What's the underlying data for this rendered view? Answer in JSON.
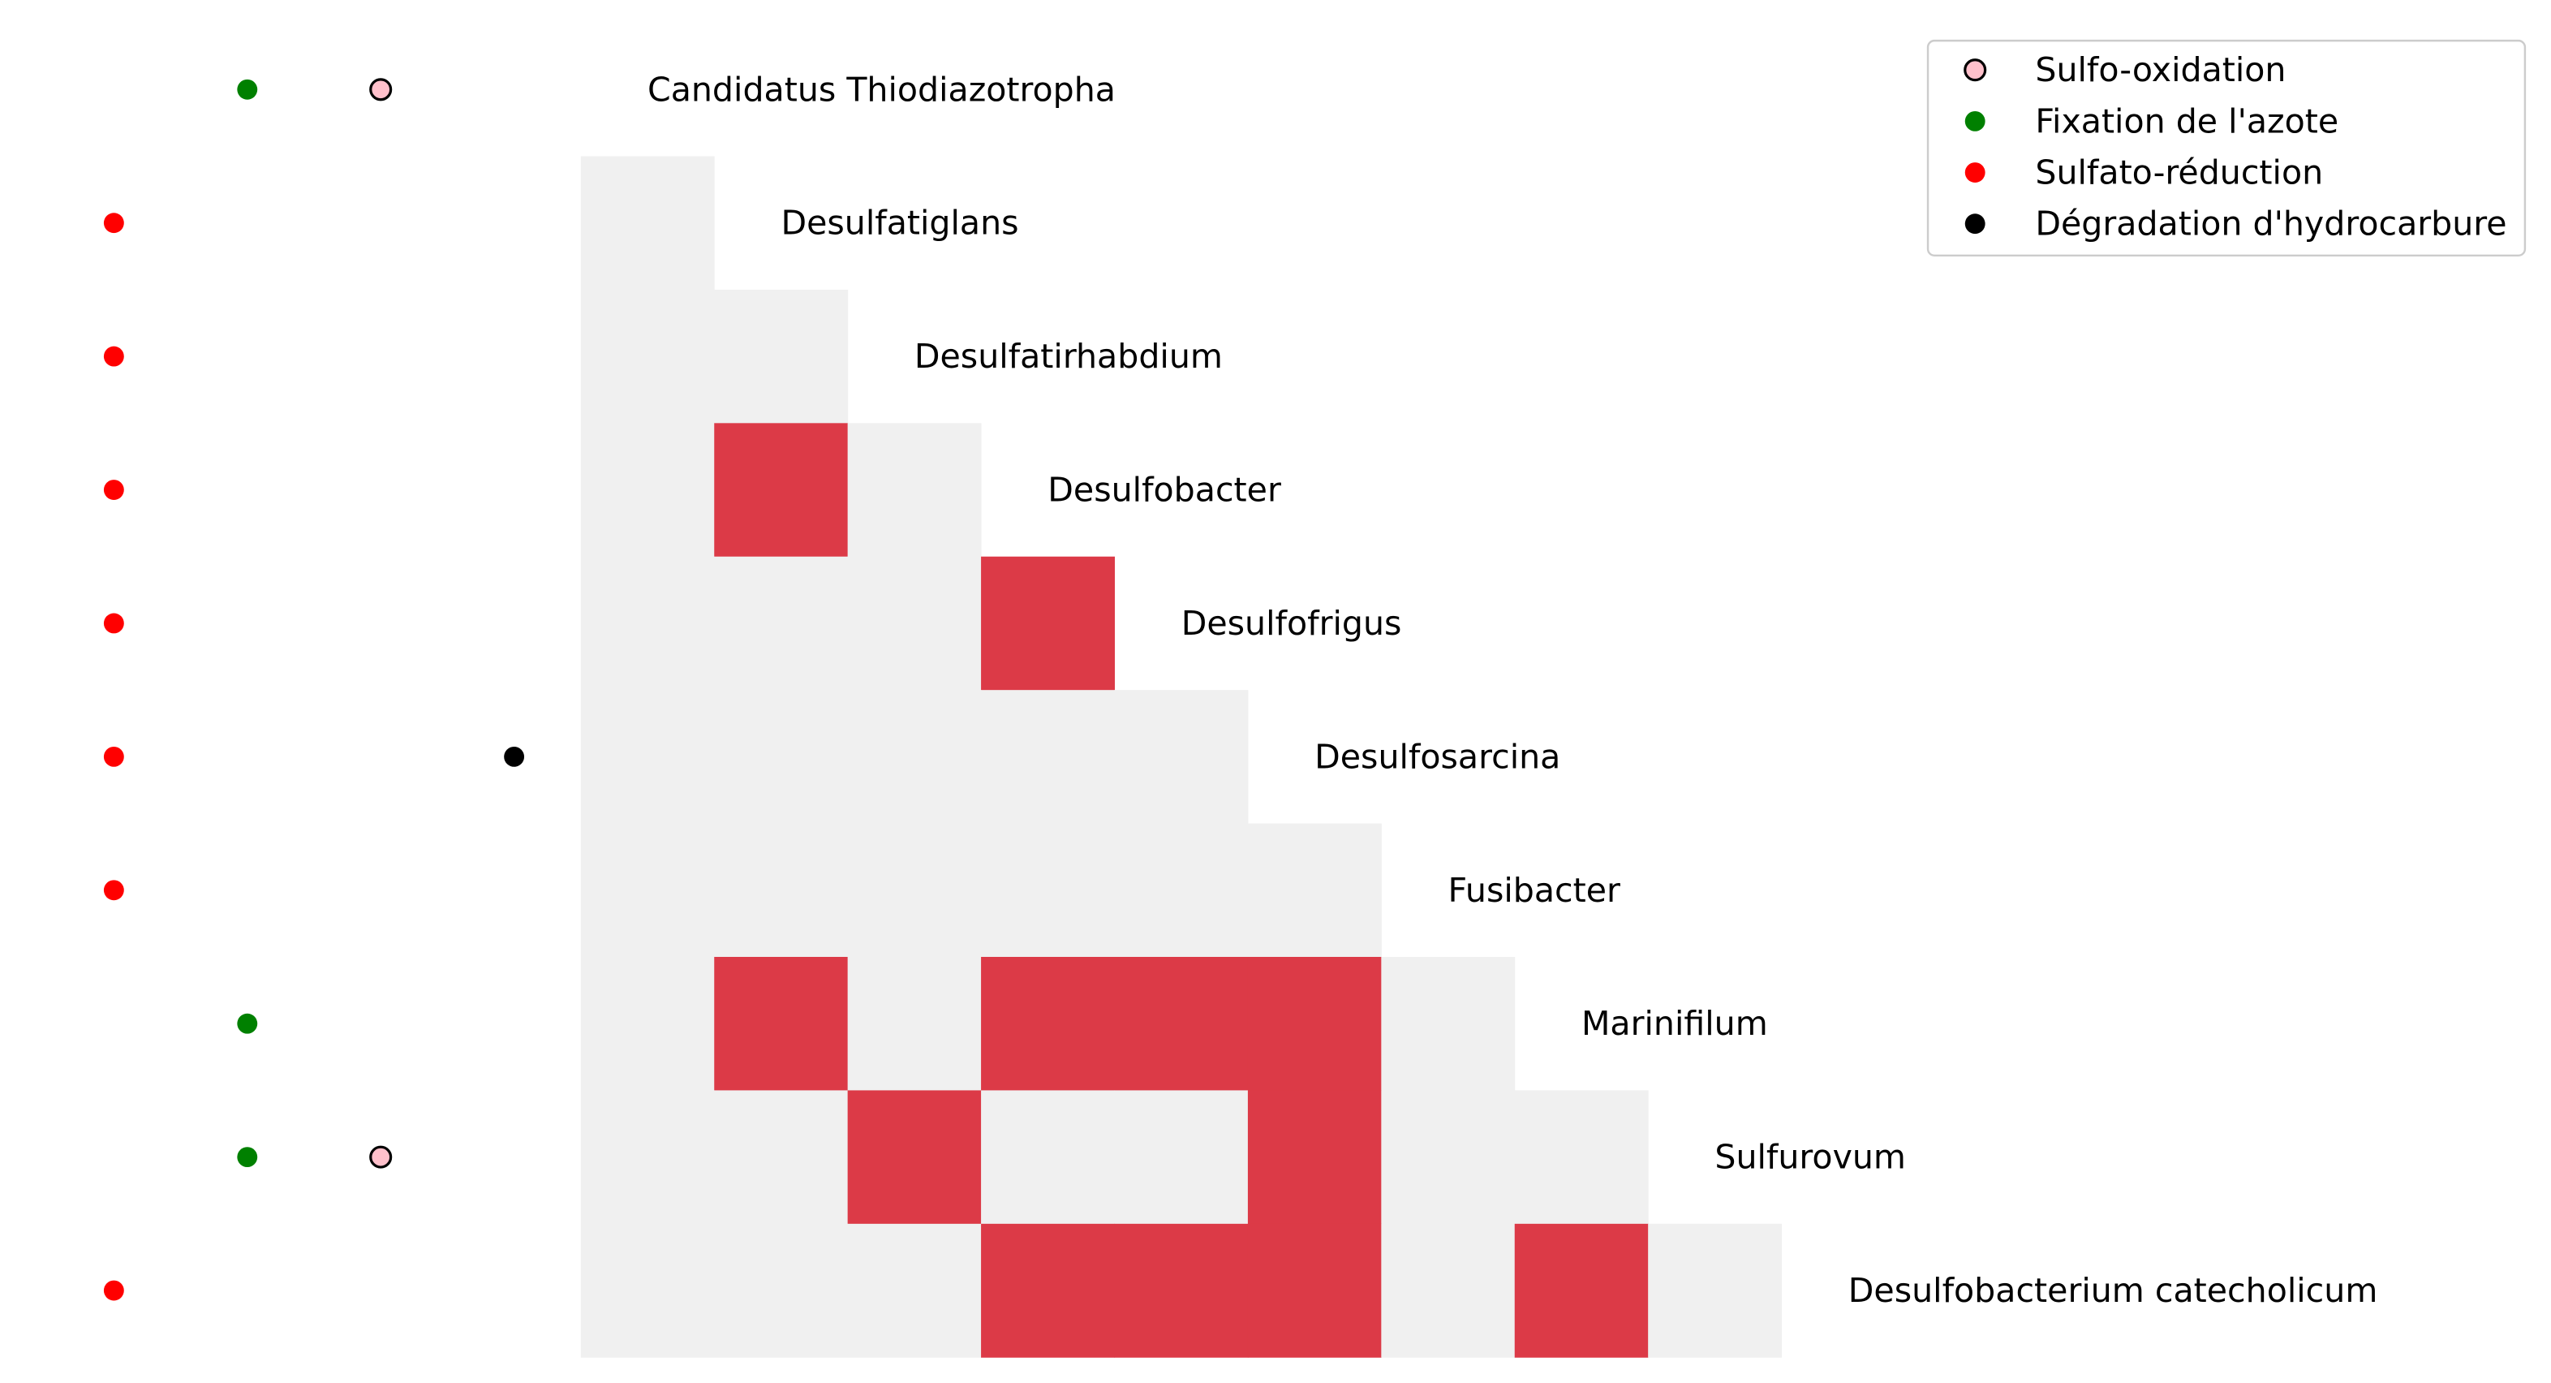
{
  "chart_data": {
    "type": "heatmap",
    "title": "",
    "grid": false,
    "legend_placement": "top-right",
    "genera": [
      "Candidatus Thiodiazotropha",
      "Desulfatiglans",
      "Desulfatirhabdium",
      "Desulfobacter",
      "Desulfofrigus",
      "Desulfosarcina",
      "Fusibacter",
      "Marinifilum",
      "Sulfurovum",
      "Desulfobacterium catecholicum"
    ],
    "matrix_note_rows_cols": "lower triangle; row i has i cells for columns 0..i-1",
    "matrix": [
      [],
      [
        0
      ],
      [
        0,
        0
      ],
      [
        0,
        1,
        0
      ],
      [
        0,
        0,
        0,
        1
      ],
      [
        0,
        0,
        0,
        0,
        0
      ],
      [
        0,
        0,
        0,
        0,
        0,
        0
      ],
      [
        0,
        1,
        0,
        1,
        1,
        1,
        0
      ],
      [
        0,
        0,
        1,
        0,
        0,
        1,
        0,
        0
      ],
      [
        0,
        0,
        0,
        1,
        1,
        1,
        0,
        1,
        0
      ]
    ],
    "cell_colors": {
      "0": "#f0f0f0",
      "1": "#dc3a47"
    },
    "legend": [
      {
        "label": "Sulfo-oxidation",
        "color": "#ffc0cb",
        "edge": "#000000"
      },
      {
        "label": "Fixation de l'azote",
        "color": "#008000",
        "edge": "none"
      },
      {
        "label": "Sulfato-réduction",
        "color": "#ff0000",
        "edge": "none"
      },
      {
        "label": "Dégradation d'hydrocarbure",
        "color": "#000000",
        "edge": "none"
      }
    ],
    "functions": [
      {
        "name": "Sulfato-réduction",
        "column": 0,
        "color": "#ff0000",
        "edge": "none",
        "genera": [
          "Desulfatiglans",
          "Desulfatirhabdium",
          "Desulfobacter",
          "Desulfofrigus",
          "Desulfosarcina",
          "Fusibacter",
          "Desulfobacterium catecholicum"
        ]
      },
      {
        "name": "Fixation de l'azote",
        "column": 1,
        "color": "#008000",
        "edge": "none",
        "genera": [
          "Candidatus Thiodiazotropha",
          "Marinifilum",
          "Sulfurovum"
        ]
      },
      {
        "name": "Sulfo-oxidation",
        "column": 2,
        "color": "#ffc0cb",
        "edge": "#000000",
        "genera": [
          "Candidatus Thiodiazotropha",
          "Sulfurovum"
        ]
      },
      {
        "name": "Dégradation d'hydrocarbure",
        "column": 3,
        "color": "#000000",
        "edge": "none",
        "genera": [
          "Desulfosarcina"
        ]
      }
    ]
  }
}
